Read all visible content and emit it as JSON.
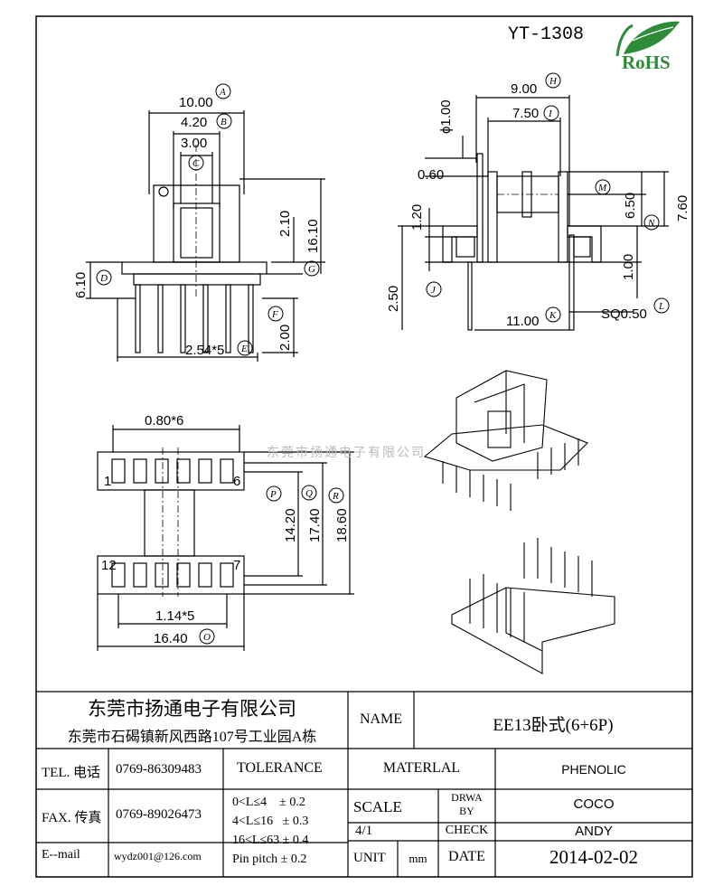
{
  "drawing": {
    "part_no": "YT-1308",
    "rohs_label": "RoHS",
    "watermark": "东莞市扬通电子有限公司"
  },
  "dimensions": {
    "front_w_outer": "10.00",
    "front_w_mid": "4.20",
    "front_w_inner": "3.00",
    "front_h_2_10": "2.10",
    "front_h_16_10": "16.10",
    "front_h_6_10": "6.10",
    "front_h_2_00": "2.00",
    "front_pitch": "2.54*5",
    "side_w_9_00": "9.00",
    "side_w_7_50": "7.50",
    "side_dia": "ϕ1.00",
    "side_0_60": "0.60",
    "side_1_20": "1.20",
    "side_6_50": "6.50",
    "side_7_60": "7.60",
    "side_1_00": "1.00",
    "side_2_50": "2.50",
    "side_11_00": "11.00",
    "side_sq": "SQ0.50",
    "bottom_pin_w": "0.80*6",
    "bottom_14_20": "14.20",
    "bottom_17_40": "17.40",
    "bottom_18_60": "18.60",
    "bottom_pitch": "1.14*5",
    "bottom_16_40": "16.40",
    "pin_1": "1",
    "pin_6": "6",
    "pin_12": "12",
    "pin_7": "7"
  },
  "callouts": [
    "A",
    "B",
    "C",
    "D",
    "E",
    "F",
    "G",
    "H",
    "I",
    "J",
    "K",
    "L",
    "M",
    "N",
    "O",
    "P",
    "Q",
    "R"
  ],
  "title_block": {
    "company_cn": "东莞市扬通电子有限公司",
    "address_cn": "东莞市石碣镇新风西路107号工业园A栋",
    "tel_label": "TEL. 电话",
    "tel_value": "0769-86309483",
    "fax_label": "FAX. 传真",
    "fax_value": "0769-89026473",
    "email_label": "E--mail",
    "email_value": "wydz001@126.com",
    "tolerance_label": "TOLERANCE",
    "tol_1": "0<L≤4    ± 0.2",
    "tol_2": "4<L≤16   ± 0.3",
    "tol_3": "16<L≤63 ± 0.4",
    "tol_4": "Pin pitch ± 0.2",
    "name_label": "NAME",
    "name_value": "EE13卧式(6+6P)",
    "material_label": "MATERLAL",
    "material_value": "PHENOLIC",
    "scale_label": "SCALE",
    "scale_value": "4/1",
    "drwa_label_1": "DRWA",
    "drwa_label_2": "BY",
    "drwa_value": "COCO",
    "check_label": "CHECK",
    "check_value": "ANDY",
    "unit_label": "UNIT",
    "unit_value": "mm",
    "date_label": "DATE",
    "date_value": "2014-02-02"
  },
  "colors": {
    "line": "#000000",
    "rohs_green": "#2e8b3a",
    "watermark": "#bbbbbb"
  }
}
